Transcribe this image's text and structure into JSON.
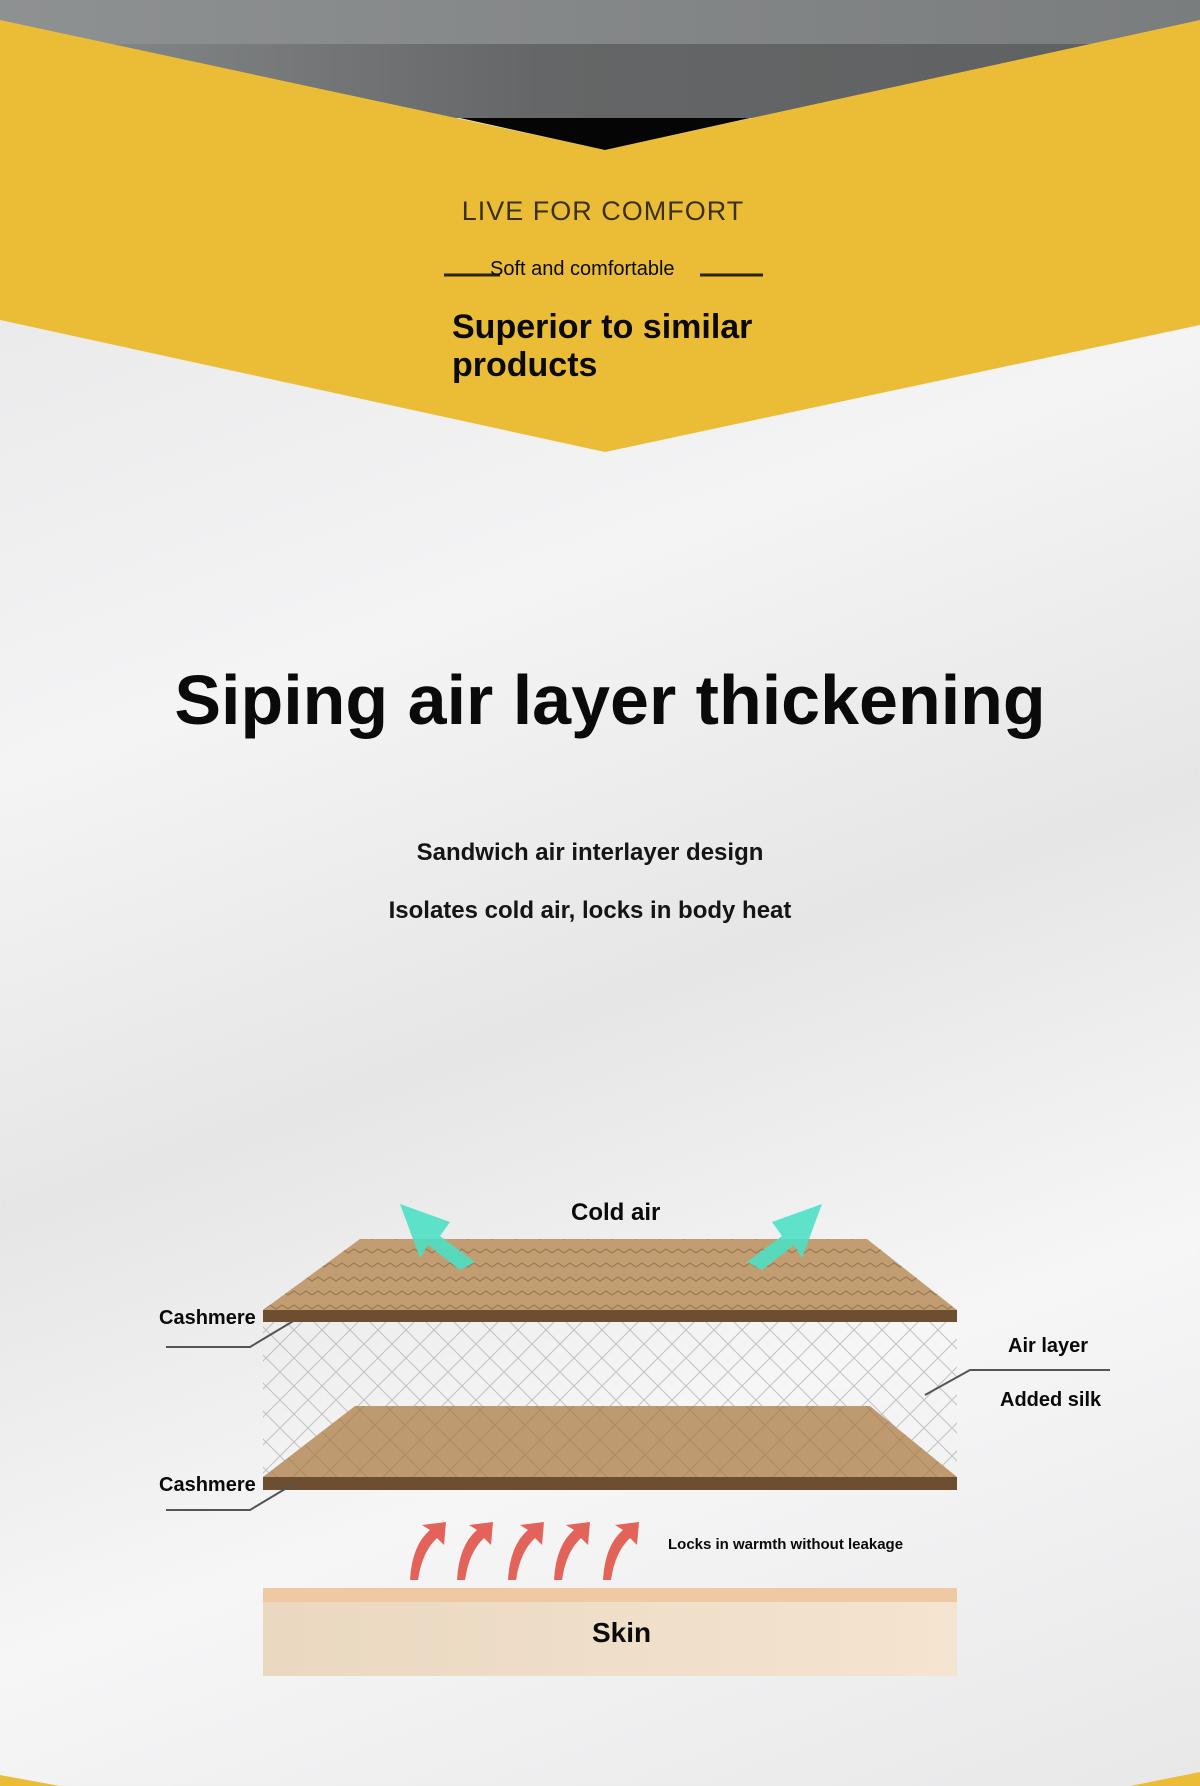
{
  "banner": {
    "tagline": "LIVE FOR COMFORT",
    "subtitle": "Soft and comfortable",
    "headline_line1": "Superior to similar",
    "headline_line2": "products",
    "accent_color": "#ebbd36"
  },
  "main": {
    "title": "Siping air layer thickening",
    "line1": "Sandwich air interlayer design",
    "line2": "Isolates cold air, locks in body heat"
  },
  "diagram": {
    "cold_air": "Cold air",
    "cashmere_top": "Cashmere",
    "cashmere_bottom": "Cashmere",
    "air_layer": "Air layer",
    "added_silk": "Added silk",
    "warmth": "Locks in warmth without leakage",
    "skin": "Skin"
  }
}
